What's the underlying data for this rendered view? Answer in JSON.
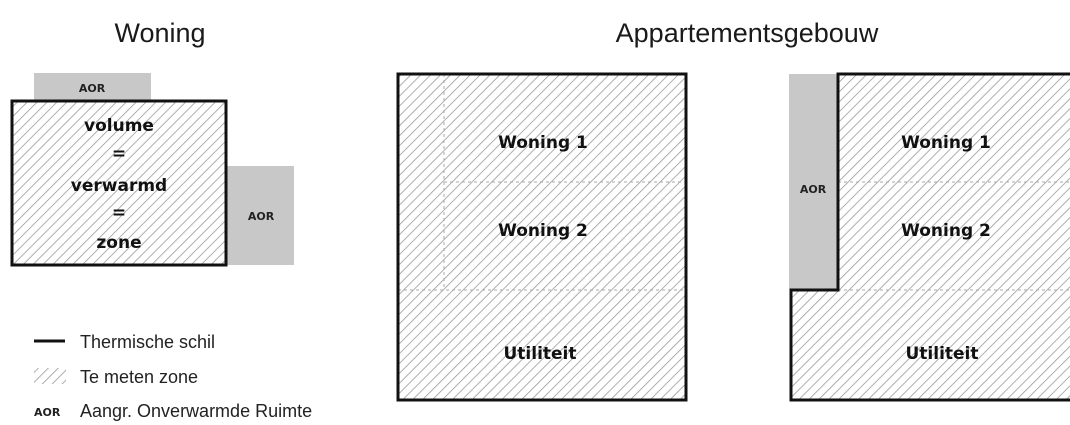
{
  "woning": {
    "title": "Woning",
    "aor_top": "AOR",
    "aor_right": "AOR",
    "lines": [
      "volume",
      "=",
      "verwarmd",
      "=",
      "zone"
    ]
  },
  "appartement": {
    "title": "Appartementsgebouw",
    "left": {
      "woning1": "Woning 1",
      "woning2": "Woning 2",
      "utiliteit": "Utiliteit"
    },
    "right": {
      "aor": "AOR",
      "woning1": "Woning 1",
      "woning2": "Woning 2",
      "utiliteit": "Utiliteit"
    }
  },
  "legend": {
    "shell": "Thermische schil",
    "zone": "Te meten zone",
    "aor_tag": "AOR",
    "aor_desc": "Aangr. Onverwarmde Ruimte"
  },
  "colors": {
    "aor_fill": "#c8c8c8",
    "hatch_line": "#9a9a9a",
    "shell_stroke": "#111111",
    "dashed": "#a8a8a8"
  }
}
